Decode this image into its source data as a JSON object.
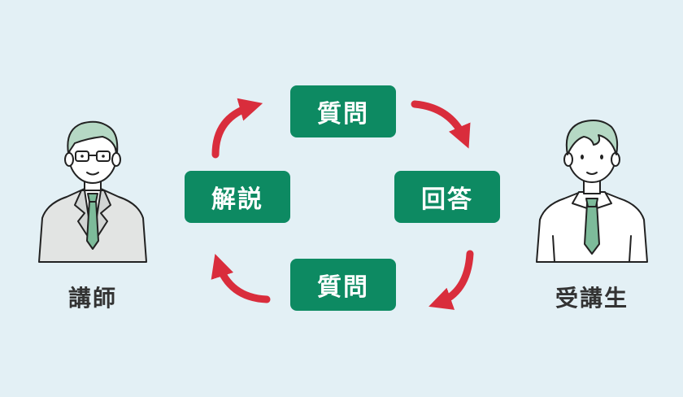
{
  "nodes": {
    "top_question": "質問",
    "answer": "回答",
    "bottom_question": "質問",
    "explanation": "解説"
  },
  "people": {
    "instructor": "講師",
    "student": "受講生"
  },
  "colors": {
    "box": "#0d8a62",
    "arrow": "#d92d3c",
    "background": "#e3f0f5"
  }
}
